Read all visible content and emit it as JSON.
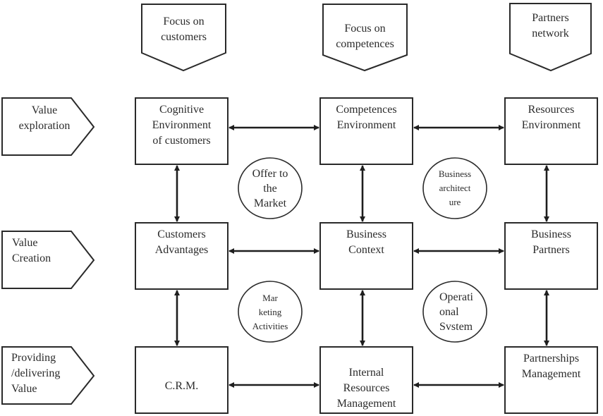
{
  "diagram": {
    "columns": [
      {
        "id": "customers",
        "label": "Focus on customers",
        "lines": [
          "Focus on",
          "customers"
        ]
      },
      {
        "id": "competences",
        "label": "Focus on competences",
        "lines": [
          "Focus on",
          "competences"
        ]
      },
      {
        "id": "partners",
        "label": "Partners network",
        "lines": [
          "Partners",
          "network"
        ]
      }
    ],
    "rows": [
      {
        "id": "exploration",
        "label": "Value exploration",
        "lines": [
          "Value",
          "exploration"
        ]
      },
      {
        "id": "creation",
        "label": "Value Creation",
        "lines": [
          "Value",
          "Creation"
        ]
      },
      {
        "id": "delivering",
        "label": "Providing /delivering Value",
        "lines": [
          "Providing",
          "/delivering",
          "Value"
        ]
      }
    ],
    "boxes": [
      {
        "row": 0,
        "col": 0,
        "lines": [
          "Cognitive",
          "Environment",
          "of customers"
        ]
      },
      {
        "row": 0,
        "col": 1,
        "lines": [
          "Competences",
          "Environment"
        ]
      },
      {
        "row": 0,
        "col": 2,
        "lines": [
          "Resources",
          "Environment"
        ]
      },
      {
        "row": 1,
        "col": 0,
        "lines": [
          "Customers",
          "Advantages"
        ]
      },
      {
        "row": 1,
        "col": 1,
        "lines": [
          "Business",
          "Context"
        ]
      },
      {
        "row": 1,
        "col": 2,
        "lines": [
          "Business",
          "Partners"
        ]
      },
      {
        "row": 2,
        "col": 0,
        "lines": [
          "C.R.M."
        ]
      },
      {
        "row": 2,
        "col": 1,
        "lines": [
          "Internal",
          "Resources",
          "Management"
        ]
      },
      {
        "row": 2,
        "col": 2,
        "lines": [
          "Partnerships",
          "Management"
        ]
      }
    ],
    "ovals": [
      {
        "id": "offer",
        "lines": [
          "Offer to",
          "the",
          "Market"
        ]
      },
      {
        "id": "architecture",
        "lines": [
          "Business",
          "architect",
          "ure"
        ]
      },
      {
        "id": "marketing",
        "lines": [
          "Mar",
          "keting",
          "Activities"
        ]
      },
      {
        "id": "operational",
        "lines": [
          "Operati",
          "onal",
          "Svstem"
        ]
      }
    ],
    "connections": "bidirectional arrows between all horizontally and vertically adjacent boxes",
    "colors": {
      "stroke": "#2a2a2a",
      "fill": "#ffffff",
      "text": "#2b2b2b"
    }
  }
}
